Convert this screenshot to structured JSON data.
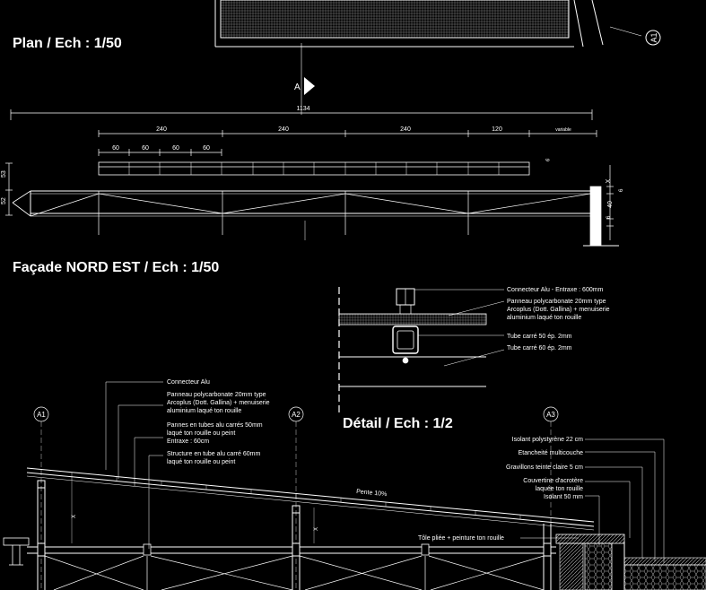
{
  "titles": {
    "plan": "Plan / Ech : 1/50",
    "facade": "Façade NORD EST / Ech : 1/50",
    "detail": "Détail / Ech : 1/2"
  },
  "section_marker": "A",
  "axis_top_right": "A1",
  "axes": {
    "a1": "A1",
    "a2": "A2",
    "a3": "A3"
  },
  "dimensions": {
    "total": "1134",
    "d1": "240",
    "d2": "240",
    "d3": "240",
    "d4": "120",
    "variable": "variable",
    "s1": "60",
    "s2": "60",
    "s3": "60",
    "s4": "60",
    "left_53": "53",
    "left_52": "52",
    "right_x": "X",
    "right_6a": "6",
    "right_40": "40",
    "right_6b": "6",
    "small_6": "6"
  },
  "detail_labels": {
    "l1": "Connecteur Alu - Entraxe : 600mm",
    "l2a": "Panneau polycarbonate 20mm type",
    "l2b": "Arcoplus (Dott. Gallina) + menuiserie",
    "l2c": "aluminium laqué ton rouille",
    "l3": "Tube carré 50 ép. 2mm",
    "l4": "Tube carré 60 ép. 2mm"
  },
  "section_labels": {
    "c1": "Connecteur Alu",
    "p1": "Panneau polycarbonate 20mm type",
    "p2": "Arcoplus (Dott. Gallina) + menuiserie",
    "p3": "aluminium laqué ton rouille",
    "q1": "Pannes en tubes alu carrés 50mm",
    "q2": "laqué ton rouille ou peint",
    "q3": "Entraxe : 60cm",
    "r1": "Structure en tube alu carré 60mm",
    "r2": "laqué ton rouille ou peint",
    "pente": "Pente 10%",
    "tole": "Tôle pliée + peinture  ton rouille",
    "x1": "X",
    "x2": "X"
  },
  "roof_labels": {
    "r1": "Isolant polystyrène 22 cm",
    "r2": "Etancheité multicouche",
    "r3": "Gravillons teinte claire 5 cm",
    "r4": "Couvertine d'acrotère",
    "r5": "laquée ton rouille",
    "r6": "Isolant 50 mm"
  }
}
